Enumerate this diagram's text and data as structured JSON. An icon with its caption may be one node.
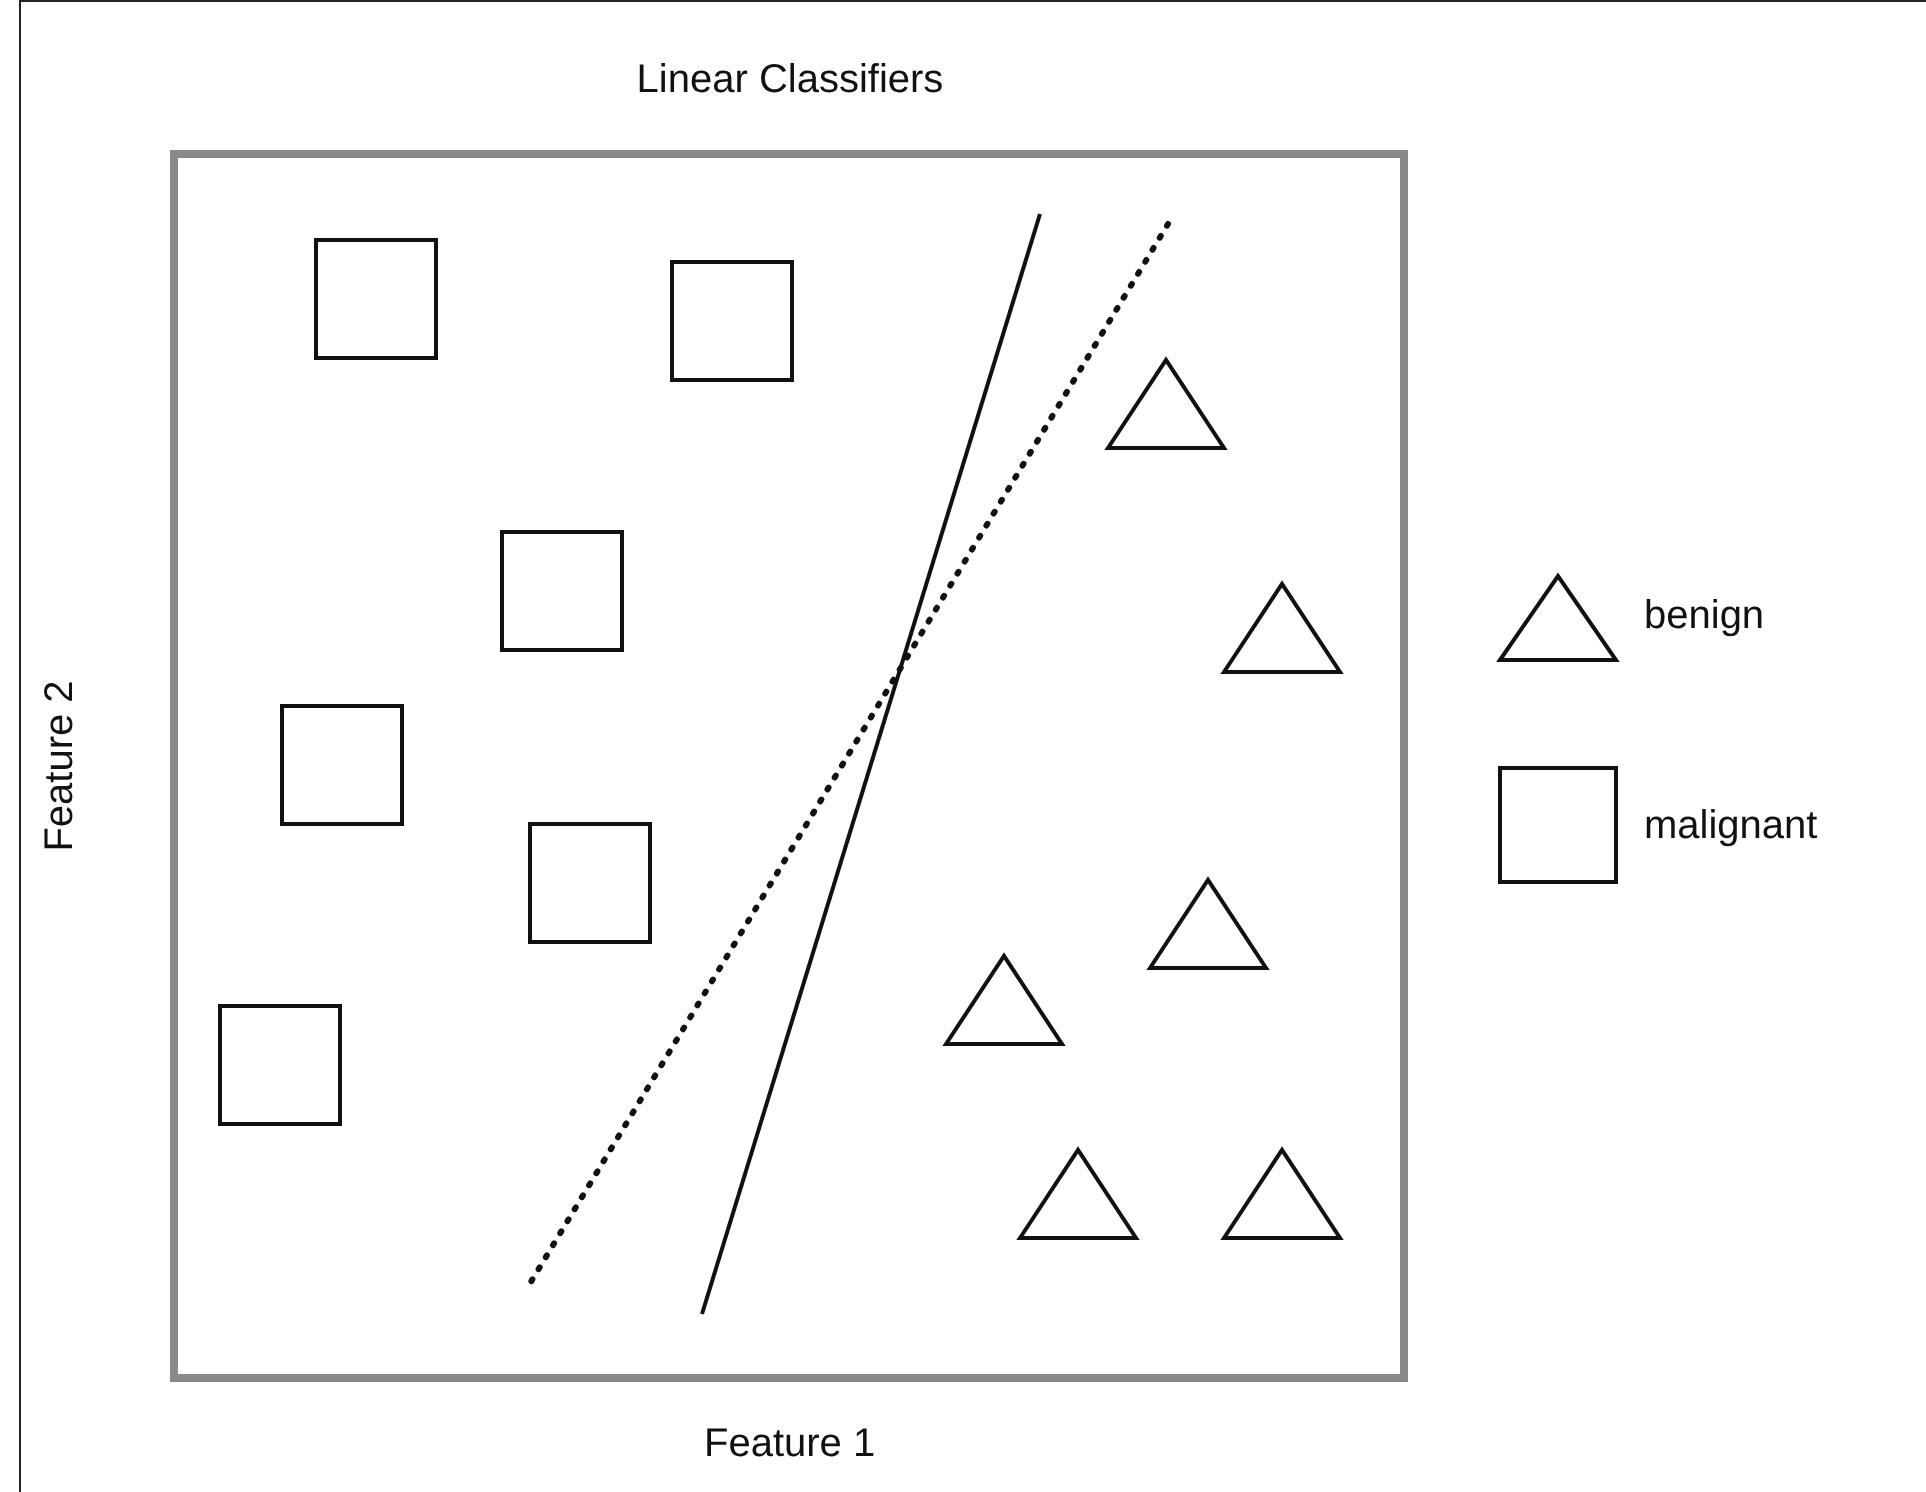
{
  "diagram": {
    "title": "Linear Classifiers",
    "labels": [
      "Feature 2",
      "Feature 1"
    ],
    "legend": [
      {
        "text": "benign"
      },
      {
        "text": "malignant"
      }
    ]
  }
}
